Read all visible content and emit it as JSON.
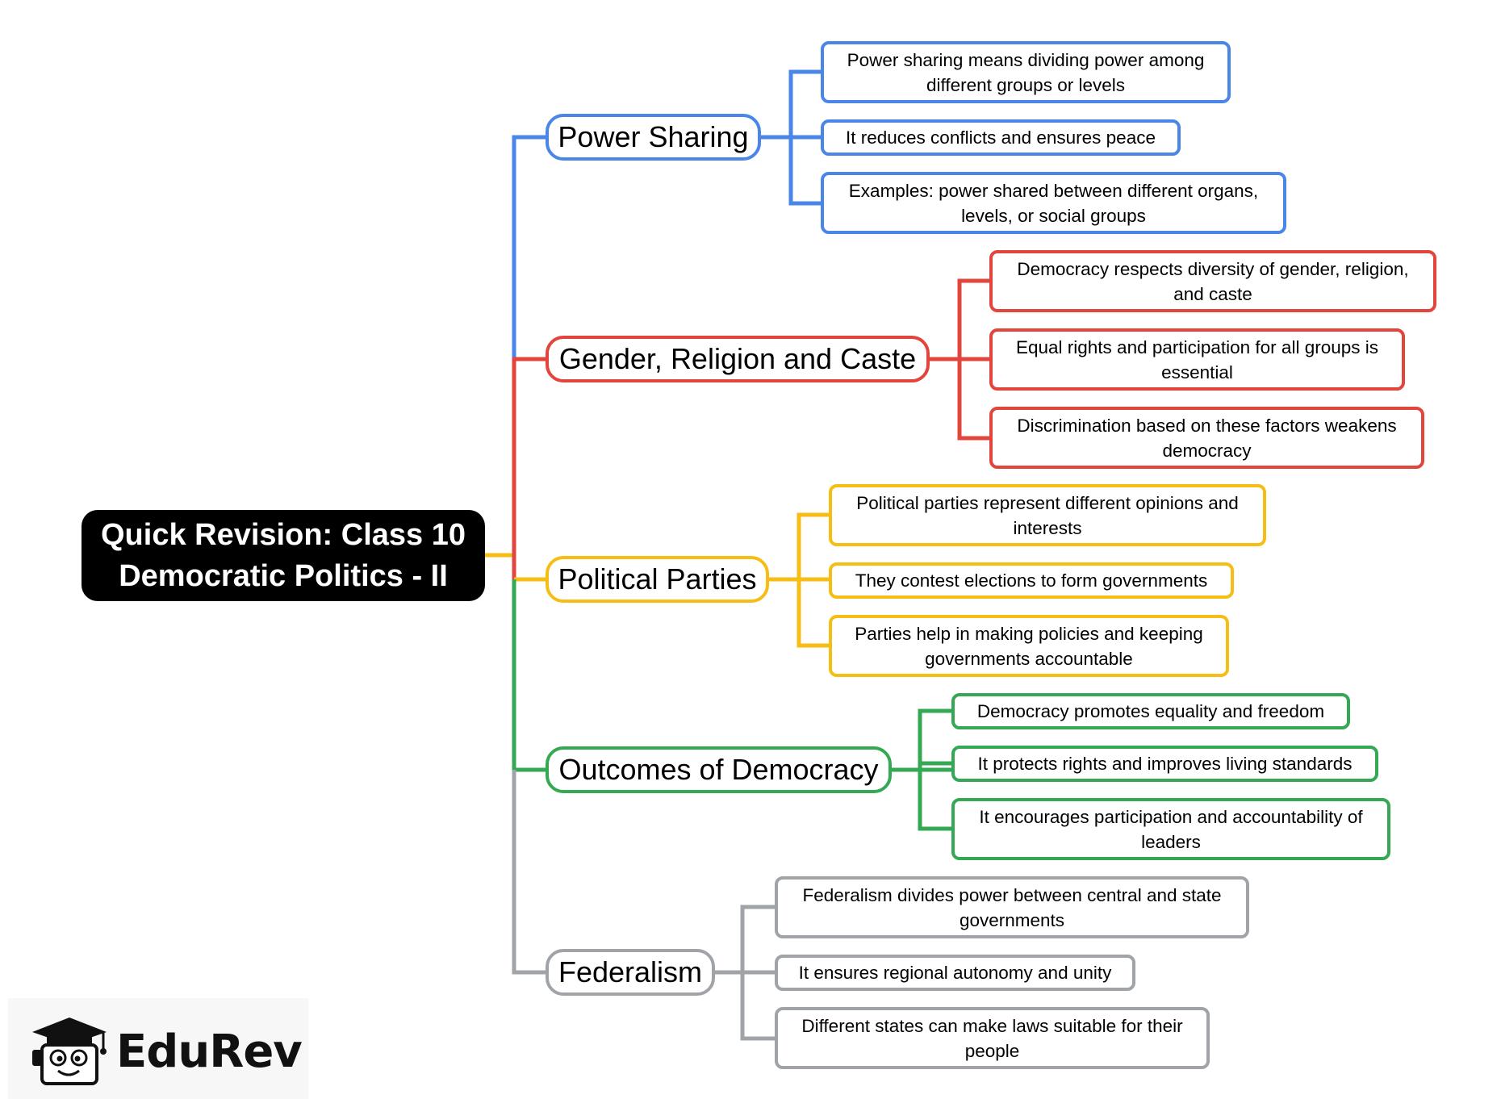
{
  "root": {
    "line1": "Quick Revision: Class 10",
    "line2": "Democratic Politics - II"
  },
  "colors": {
    "blue": "#4a86e8",
    "red": "#e2453c",
    "yellow": "#f6be14",
    "green": "#34a853",
    "gray": "#a0a4a8",
    "root_bg": "#000000"
  },
  "branches": [
    {
      "label": "Power Sharing",
      "leaves": [
        "Power sharing means dividing power among different groups or levels",
        "It reduces conflicts and ensures peace",
        "Examples: power shared between different organs, levels, or social groups"
      ]
    },
    {
      "label": "Gender, Religion and Caste",
      "leaves": [
        "Democracy respects diversity of gender, religion, and caste",
        "Equal rights and participation for all groups is essential",
        "Discrimination based on these factors weakens democracy"
      ]
    },
    {
      "label": "Political Parties",
      "leaves": [
        "Political parties represent different opinions and interests",
        "They contest elections to form governments",
        "Parties help in making policies and keeping governments accountable"
      ]
    },
    {
      "label": "Outcomes of Democracy",
      "leaves": [
        "Democracy promotes equality and freedom",
        "It protects rights and improves living standards",
        "It encourages participation and accountability of leaders"
      ]
    },
    {
      "label": "Federalism",
      "leaves": [
        "Federalism divides power between central and state governments",
        "It ensures regional autonomy and unity",
        "Different states can make laws suitable for their people"
      ]
    }
  ],
  "logo": {
    "text": "EduRev",
    "icon": "graduation-cap-mascot-icon"
  }
}
